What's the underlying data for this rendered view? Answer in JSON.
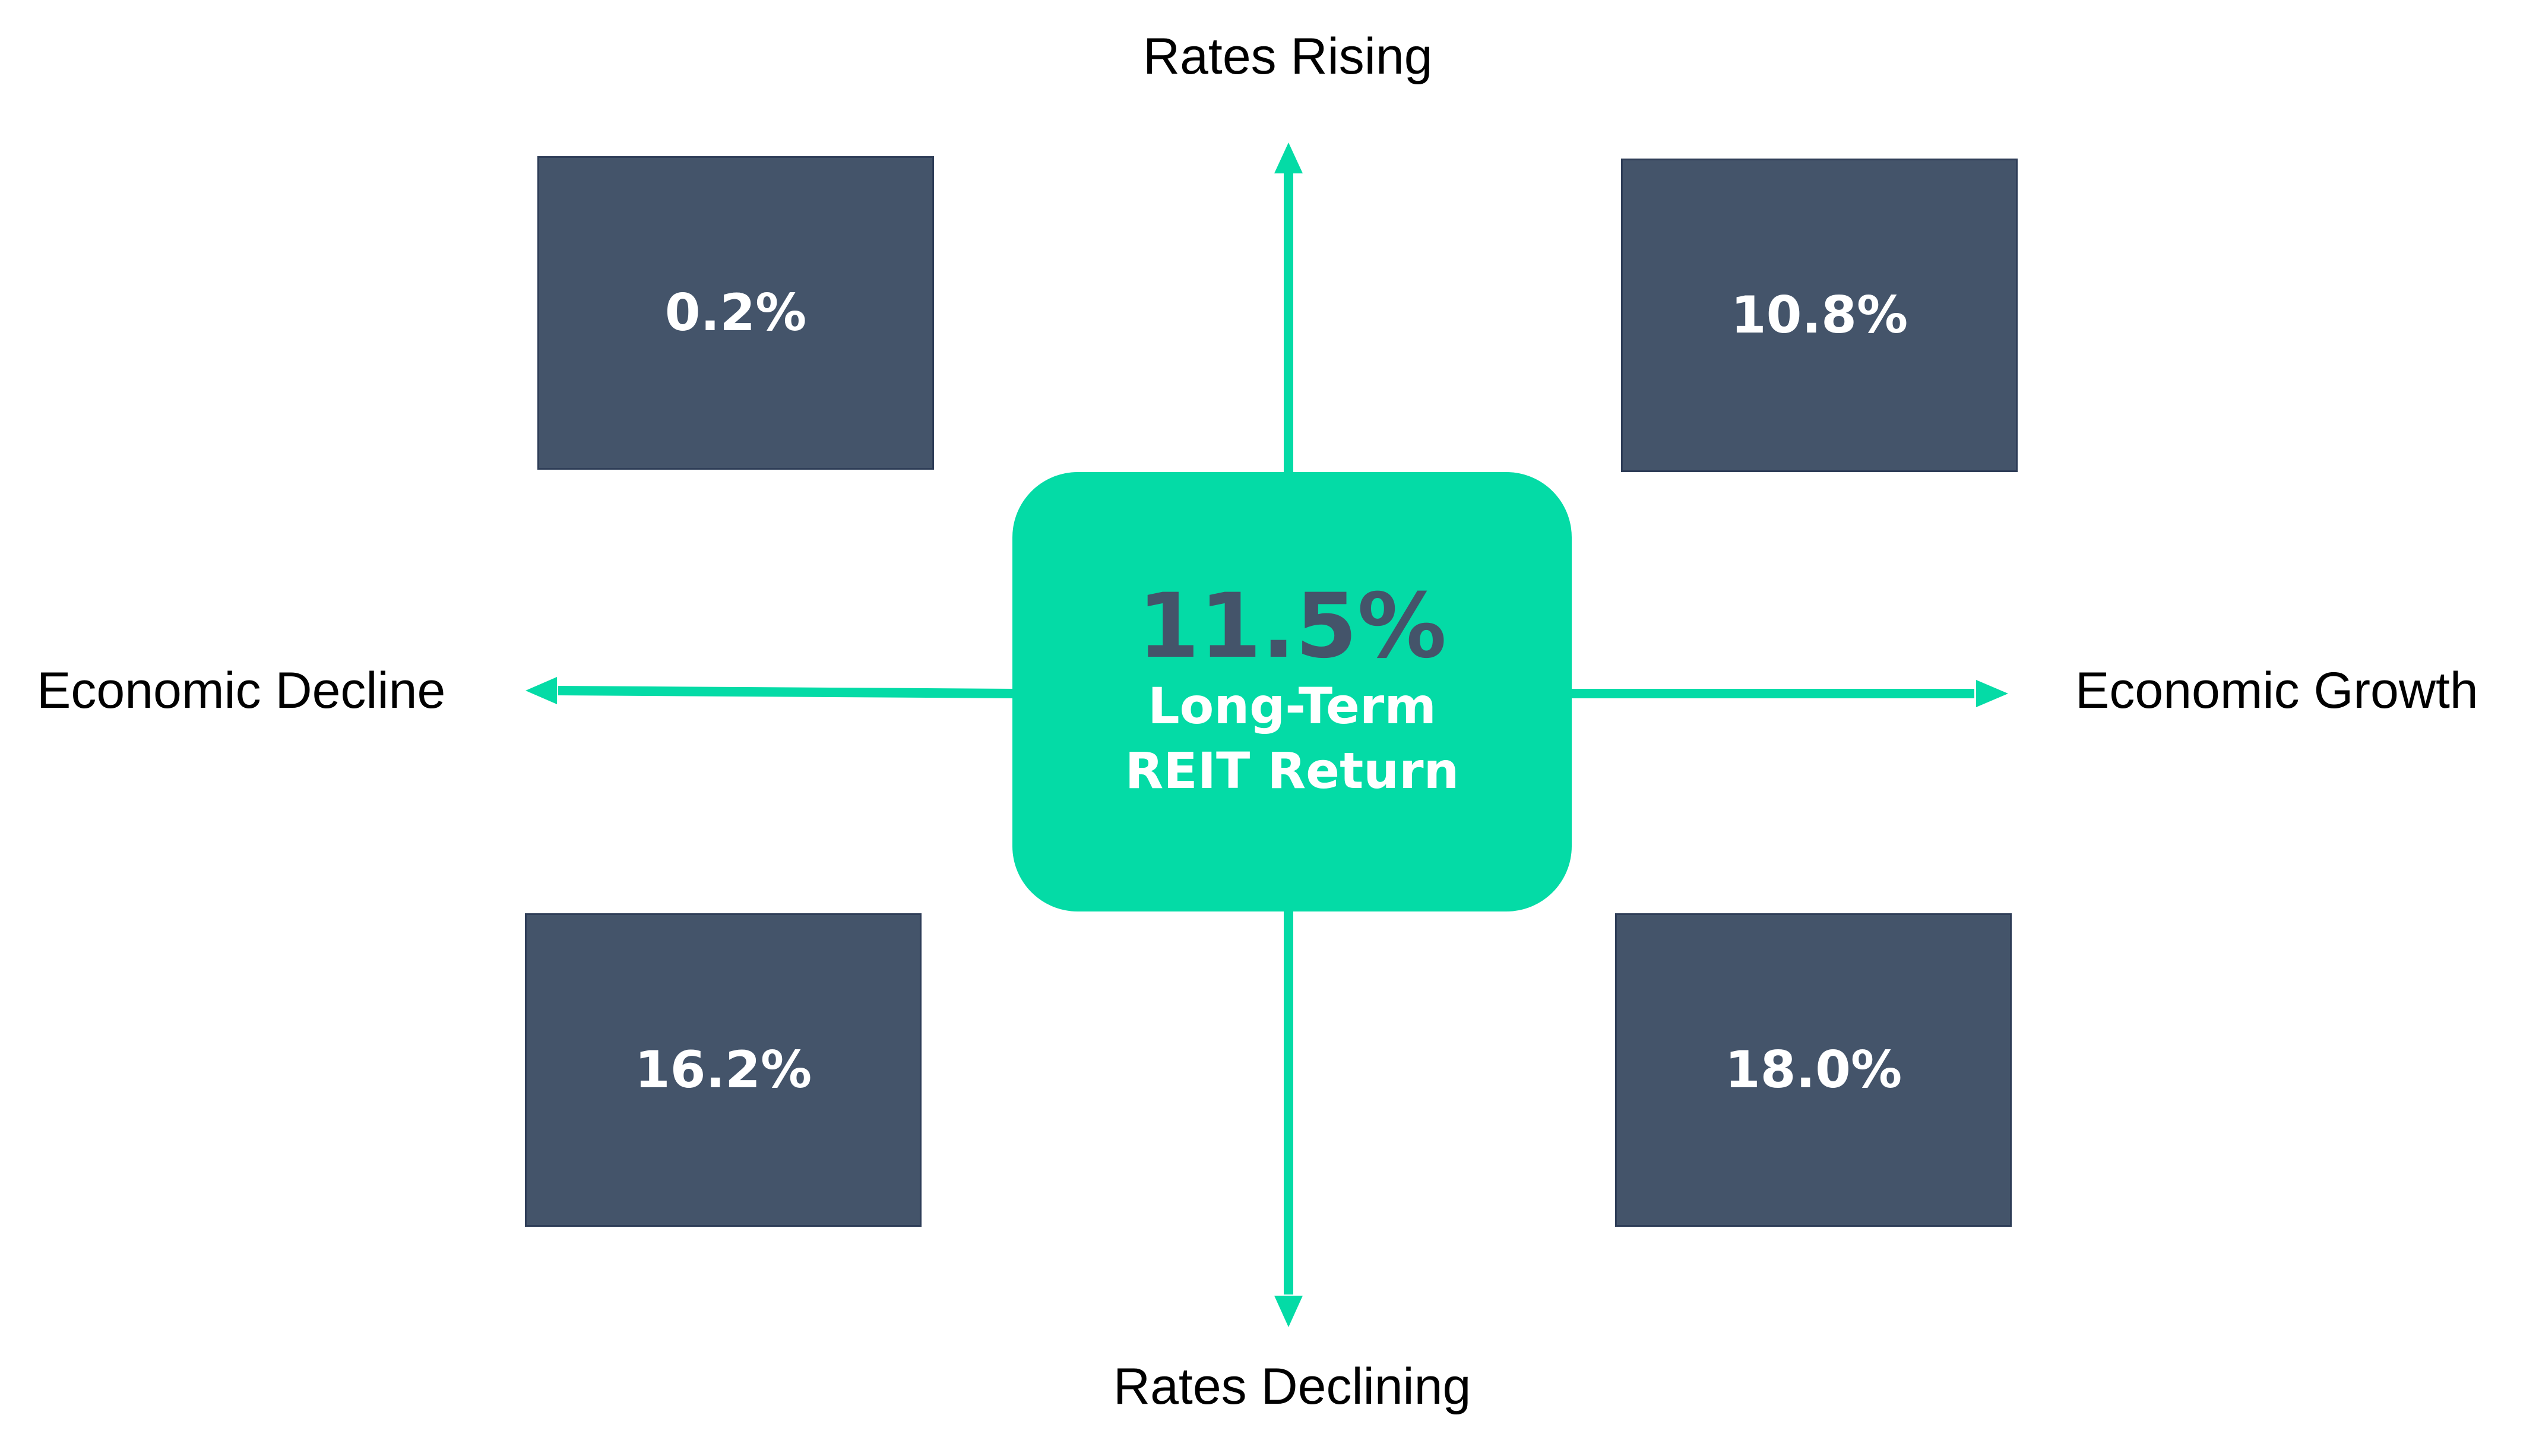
{
  "axes": {
    "top": "Rates Rising",
    "bottom": "Rates Declining",
    "left": "Economic Decline",
    "right": "Economic Growth",
    "color": "#04dba6"
  },
  "center": {
    "value": "11.5%",
    "label_line1": "Long-Term",
    "label_line2": "REIT Return"
  },
  "quadrants": {
    "top_left": "0.2%",
    "top_right": "10.8%",
    "bottom_left": "16.2%",
    "bottom_right": "18.0%",
    "color": "#44546a"
  }
}
